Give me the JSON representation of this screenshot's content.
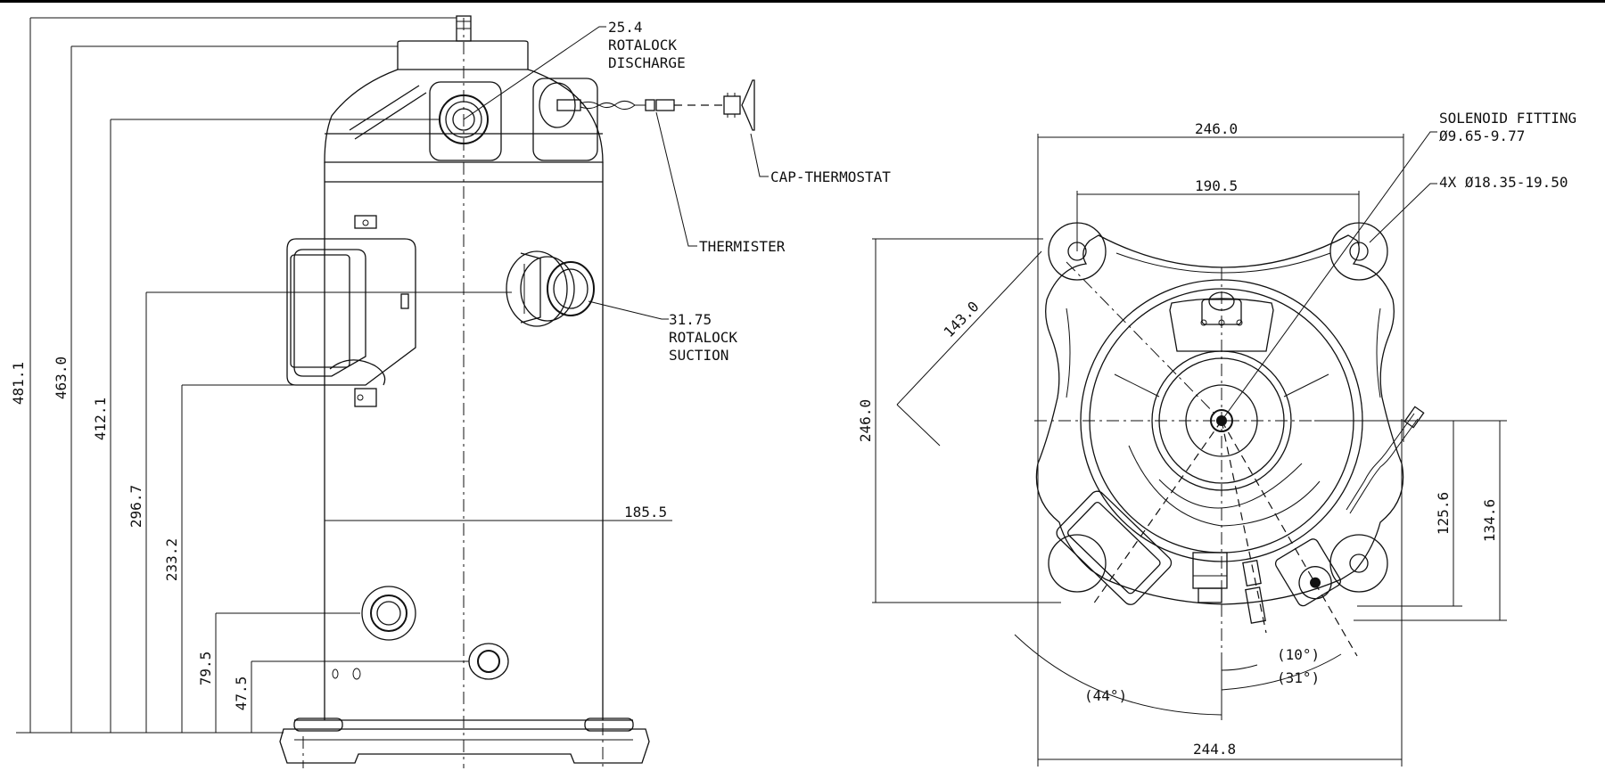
{
  "drawing": {
    "side_view": {
      "callouts": {
        "discharge": [
          "25.4",
          "ROTALOCK",
          "DISCHARGE"
        ],
        "suction": [
          "31.75",
          "ROTALOCK",
          "SUCTION"
        ],
        "cap_thermostat": "CAP-THERMOSTAT",
        "thermister": "THERMISTER"
      },
      "dimensions": {
        "d481": "481.1",
        "d463": "463.0",
        "d412": "412.1",
        "d296": "296.7",
        "d233": "233.2",
        "d79": "79.5",
        "d47": "47.5",
        "d185": "185.5"
      }
    },
    "top_view": {
      "callouts": {
        "solenoid": [
          "SOLENOID FITTING",
          "Ø9.65-9.77"
        ],
        "holes": "4X Ø18.35-19.50"
      },
      "dimensions": {
        "w246": "246.0",
        "w190": "190.5",
        "h246": "246.0",
        "diag143": "143.0",
        "d125": "125.6",
        "d134": "134.6",
        "w244": "244.8"
      },
      "angles": {
        "a10": "(10°)",
        "a31": "(31°)",
        "a44": "(44°)"
      }
    }
  }
}
